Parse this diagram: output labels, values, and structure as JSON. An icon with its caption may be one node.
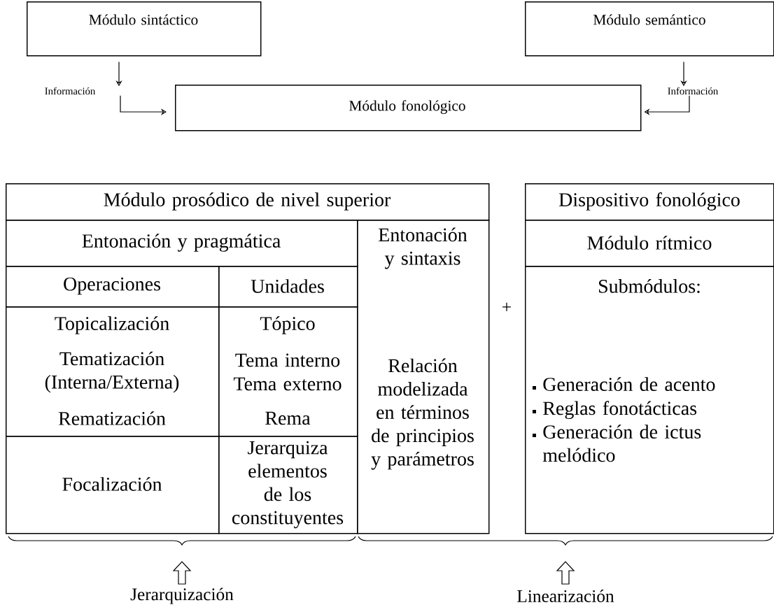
{
  "diagram": {
    "nodes": [
      {
        "text": [
          "Módulo sintáctico"
        ]
      },
      {
        "text": [
          "Módulo semántico"
        ]
      },
      {
        "text": [
          "Módulo fonológico"
        ]
      },
      {
        "text": [
          "Módulo prosódico de nivel superior"
        ]
      },
      {
        "text": [
          "Entonación y pragmática"
        ]
      },
      {
        "text": [
          "Entonación y sintaxis",
          "Relación modelizada en términos de principios y parámetros"
        ]
      },
      {
        "text": [
          "Operaciones"
        ]
      },
      {
        "text": [
          "Unidades"
        ]
      },
      {
        "text": [
          "Topicalización",
          "Tematización (Interna/Externa)",
          "Rematización"
        ]
      },
      {
        "text": [
          "Tópico",
          "Tema interno",
          "Tema externo",
          "Rema"
        ]
      },
      {
        "text": [
          "Focalización"
        ]
      },
      {
        "text": [
          "Jerarquiza elementos de los constituyentes"
        ]
      },
      {
        "text": [
          "Dispositivo fonológico"
        ]
      },
      {
        "text": [
          "Módulo rítmico"
        ]
      },
      {
        "text": [
          "Submódulos:",
          "Generación de acento",
          "Reglas fonotácticas",
          "Generación de ictus melódico"
        ]
      },
      {
        "text": [
          "Información"
        ]
      },
      {
        "text": [
          "Información"
        ]
      }
    ],
    "edges": [
      {
        "from": 0,
        "to": 15,
        "arrow": "to"
      },
      {
        "from": 15,
        "to": 2,
        "arrow": "to"
      },
      {
        "from": 1,
        "to": 16,
        "arrow": "to"
      },
      {
        "from": 16,
        "to": 2,
        "arrow": "to"
      }
    ],
    "labels": [
      "+",
      "Jerarquización",
      "Linearización"
    ]
  }
}
